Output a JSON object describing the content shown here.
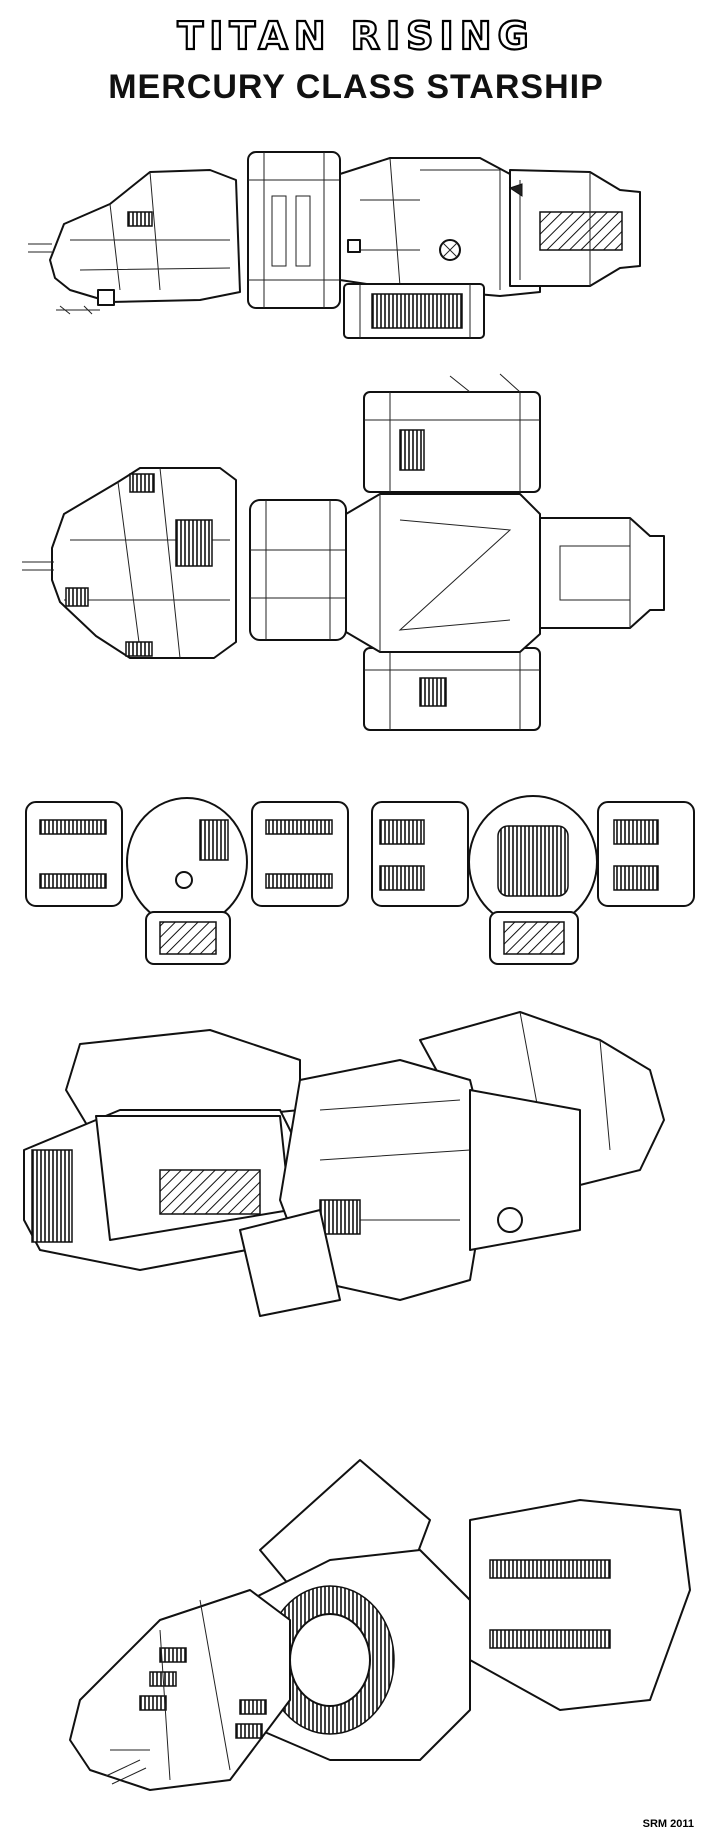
{
  "header": {
    "title": "TITAN RISING",
    "subtitle": "MERCURY CLASS STARSHIP"
  },
  "views": [
    {
      "name": "side-view"
    },
    {
      "name": "top-view"
    },
    {
      "name": "front-rear-views"
    },
    {
      "name": "perspective-rear-view"
    },
    {
      "name": "perspective-front-view"
    }
  ],
  "footer": {
    "credit": "SRM 2011"
  }
}
